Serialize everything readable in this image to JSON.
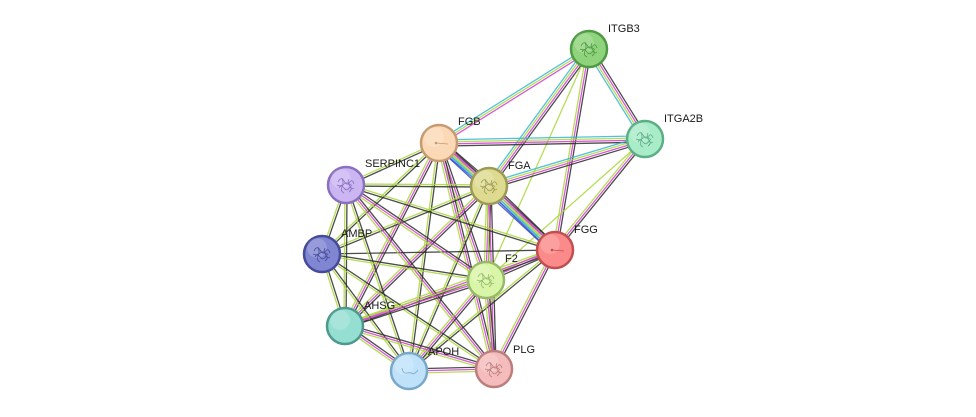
{
  "network": {
    "nodes": [
      {
        "id": "ITGB3",
        "label": "ITGB3",
        "color": "#8fd47c",
        "stroke": "#4f9a45",
        "glyph": "protein"
      },
      {
        "id": "ITGA2B",
        "label": "ITGA2B",
        "color": "#a9ecc8",
        "stroke": "#5cae87",
        "glyph": "protein"
      },
      {
        "id": "FGB",
        "label": "FGB",
        "color": "#fcd9b6",
        "stroke": "#c79b72",
        "glyph": "dot"
      },
      {
        "id": "FGA",
        "label": "FGA",
        "color": "#dedb90",
        "stroke": "#9c9a54",
        "glyph": "protein"
      },
      {
        "id": "SERPINC1",
        "label": "SERPINC1",
        "color": "#cbb6f2",
        "stroke": "#8a70c0",
        "glyph": "protein"
      },
      {
        "id": "AMBP",
        "label": "AMBP",
        "color": "#8086d2",
        "stroke": "#454b9a",
        "glyph": "protein"
      },
      {
        "id": "FGG",
        "label": "FGG",
        "color": "#fb8a8a",
        "stroke": "#c24f4f",
        "glyph": "dot"
      },
      {
        "id": "F2",
        "label": "F2",
        "color": "#d9f6a8",
        "stroke": "#96ba68",
        "glyph": "protein"
      },
      {
        "id": "AHSG",
        "label": "AHSG",
        "color": "#95dfd2",
        "stroke": "#4b9a8c",
        "glyph": "none"
      },
      {
        "id": "APOH",
        "label": "APOH",
        "color": "#bfe2fa",
        "stroke": "#7aa8c8",
        "glyph": "squiggle"
      },
      {
        "id": "PLG",
        "label": "PLG",
        "color": "#f4bcbc",
        "stroke": "#bd7d7d",
        "glyph": "protein"
      }
    ],
    "edge_colors": [
      "#2b2b2b",
      "#d03bd0",
      "#a8d838",
      "#33b5d6",
      "#3a46c8"
    ],
    "edges": [
      {
        "a": "ITGB3",
        "b": "ITGA2B",
        "types": [
          0,
          1,
          2,
          3
        ]
      },
      {
        "a": "ITGB3",
        "b": "FGB",
        "types": [
          1,
          2,
          3
        ]
      },
      {
        "a": "ITGB3",
        "b": "FGA",
        "types": [
          0,
          1,
          2,
          3
        ]
      },
      {
        "a": "ITGB3",
        "b": "FGG",
        "types": [
          0,
          1,
          2
        ]
      },
      {
        "a": "ITGB3",
        "b": "F2",
        "types": [
          2
        ]
      },
      {
        "a": "ITGA2B",
        "b": "FGB",
        "types": [
          0,
          1,
          2,
          3
        ]
      },
      {
        "a": "ITGA2B",
        "b": "FGA",
        "types": [
          0,
          1,
          2,
          3
        ]
      },
      {
        "a": "ITGA2B",
        "b": "FGG",
        "types": [
          0,
          1,
          2
        ]
      },
      {
        "a": "ITGA2B",
        "b": "F2",
        "types": [
          2
        ]
      },
      {
        "a": "FGB",
        "b": "FGA",
        "types": [
          0,
          1,
          2,
          3,
          4
        ]
      },
      {
        "a": "FGB",
        "b": "FGG",
        "types": [
          0,
          1,
          2,
          3,
          4
        ]
      },
      {
        "a": "FGB",
        "b": "F2",
        "types": [
          0,
          1,
          2
        ]
      },
      {
        "a": "FGB",
        "b": "SERPINC1",
        "types": [
          0,
          2
        ]
      },
      {
        "a": "FGB",
        "b": "AMBP",
        "types": [
          0,
          2
        ]
      },
      {
        "a": "FGB",
        "b": "AHSG",
        "types": [
          0,
          1,
          2
        ]
      },
      {
        "a": "FGB",
        "b": "APOH",
        "types": [
          0,
          2
        ]
      },
      {
        "a": "FGB",
        "b": "PLG",
        "types": [
          0,
          1,
          2
        ]
      },
      {
        "a": "FGA",
        "b": "FGG",
        "types": [
          0,
          1,
          2,
          3,
          4
        ]
      },
      {
        "a": "FGA",
        "b": "F2",
        "types": [
          0,
          1,
          2
        ]
      },
      {
        "a": "FGA",
        "b": "SERPINC1",
        "types": [
          0,
          2
        ]
      },
      {
        "a": "FGA",
        "b": "AMBP",
        "types": [
          0,
          2
        ]
      },
      {
        "a": "FGA",
        "b": "AHSG",
        "types": [
          0,
          1,
          2
        ]
      },
      {
        "a": "FGA",
        "b": "APOH",
        "types": [
          0,
          2
        ]
      },
      {
        "a": "FGA",
        "b": "PLG",
        "types": [
          0,
          1,
          2
        ]
      },
      {
        "a": "FGG",
        "b": "F2",
        "types": [
          0,
          1,
          2
        ]
      },
      {
        "a": "FGG",
        "b": "SERPINC1",
        "types": [
          0,
          2
        ]
      },
      {
        "a": "FGG",
        "b": "AMBP",
        "types": [
          0
        ]
      },
      {
        "a": "FGG",
        "b": "AHSG",
        "types": [
          0,
          1,
          2
        ]
      },
      {
        "a": "FGG",
        "b": "APOH",
        "types": [
          0,
          2
        ]
      },
      {
        "a": "FGG",
        "b": "PLG",
        "types": [
          0,
          1,
          2
        ]
      },
      {
        "a": "SERPINC1",
        "b": "AMBP",
        "types": [
          0,
          2
        ]
      },
      {
        "a": "SERPINC1",
        "b": "F2",
        "types": [
          0,
          1,
          2
        ]
      },
      {
        "a": "SERPINC1",
        "b": "AHSG",
        "types": [
          0,
          2
        ]
      },
      {
        "a": "SERPINC1",
        "b": "APOH",
        "types": [
          0,
          2
        ]
      },
      {
        "a": "SERPINC1",
        "b": "PLG",
        "types": [
          0,
          1,
          2
        ]
      },
      {
        "a": "AMBP",
        "b": "F2",
        "types": [
          0,
          2
        ]
      },
      {
        "a": "AMBP",
        "b": "AHSG",
        "types": [
          0,
          2
        ]
      },
      {
        "a": "AMBP",
        "b": "APOH",
        "types": [
          0,
          2
        ]
      },
      {
        "a": "AMBP",
        "b": "PLG",
        "types": [
          0,
          2
        ]
      },
      {
        "a": "F2",
        "b": "AHSG",
        "types": [
          0,
          1,
          2
        ]
      },
      {
        "a": "F2",
        "b": "APOH",
        "types": [
          0,
          1,
          2
        ]
      },
      {
        "a": "F2",
        "b": "PLG",
        "types": [
          0,
          1,
          2
        ]
      },
      {
        "a": "AHSG",
        "b": "APOH",
        "types": [
          0,
          1,
          2
        ]
      },
      {
        "a": "AHSG",
        "b": "PLG",
        "types": [
          0,
          1,
          2
        ]
      },
      {
        "a": "APOH",
        "b": "PLG",
        "types": [
          0,
          1,
          2
        ]
      }
    ]
  }
}
